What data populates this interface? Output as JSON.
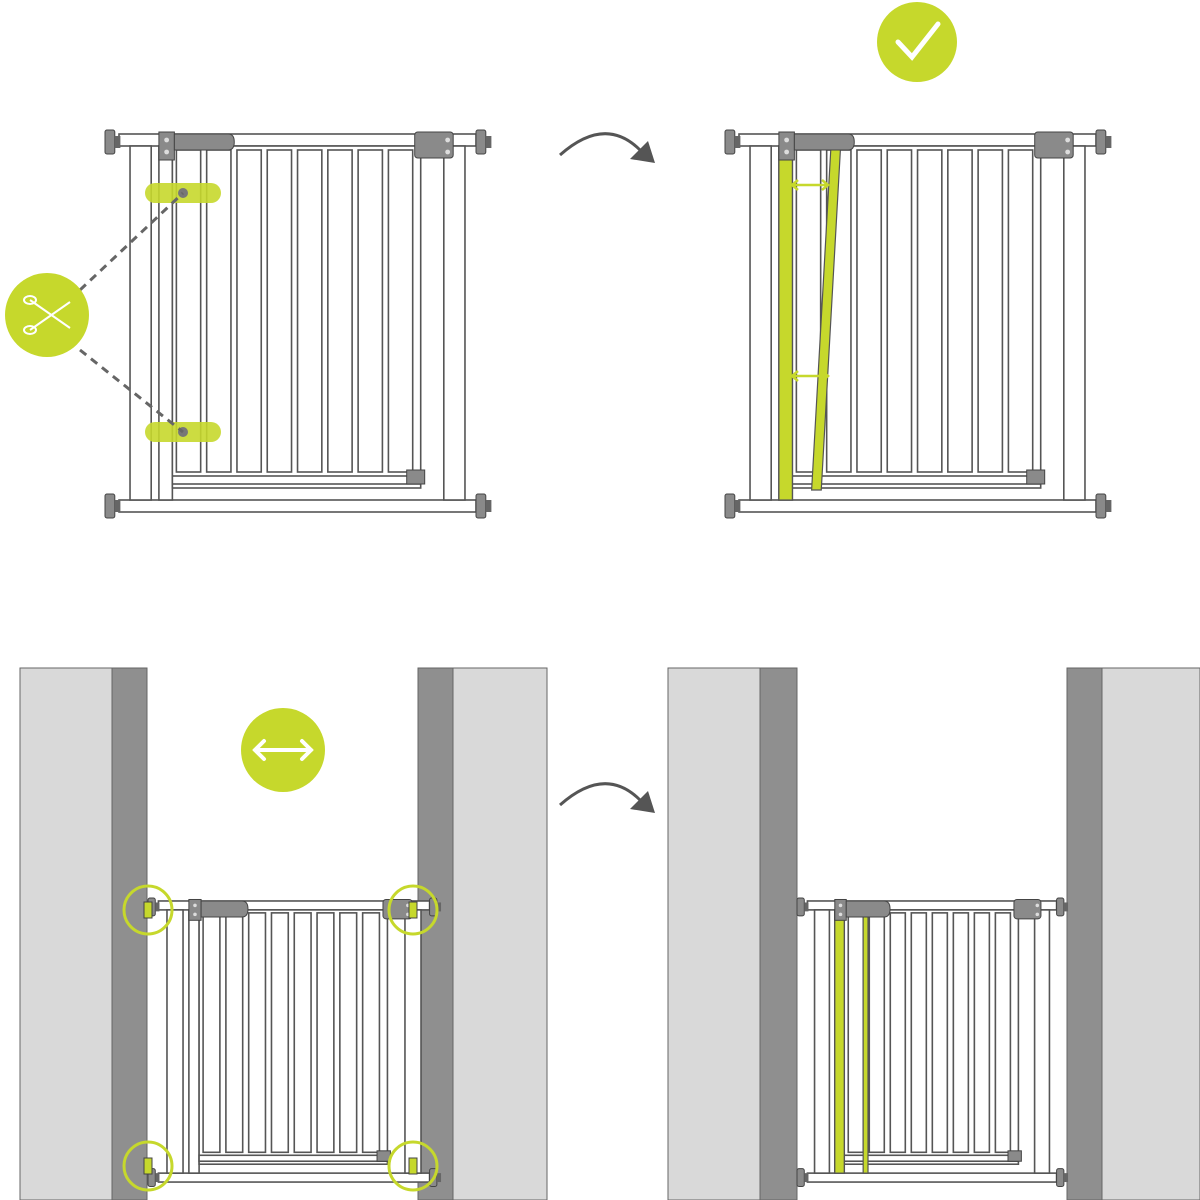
{
  "colors": {
    "accent_green": "#c6d82c",
    "wall_light": "#d9d9d9",
    "wall_dark": "#8f8f8f",
    "line": "#555555",
    "hardware": "#8a8a8a",
    "arrow": "#555555"
  },
  "panels": [
    {
      "name": "gate-with-extension-cut",
      "icon": "scissors-icon"
    },
    {
      "name": "gate-extension-adjusted",
      "icon": "checkmark-icon"
    },
    {
      "name": "gate-between-walls-tighten",
      "icon": "double-arrow-icon"
    },
    {
      "name": "gate-installed-with-extension"
    }
  ]
}
